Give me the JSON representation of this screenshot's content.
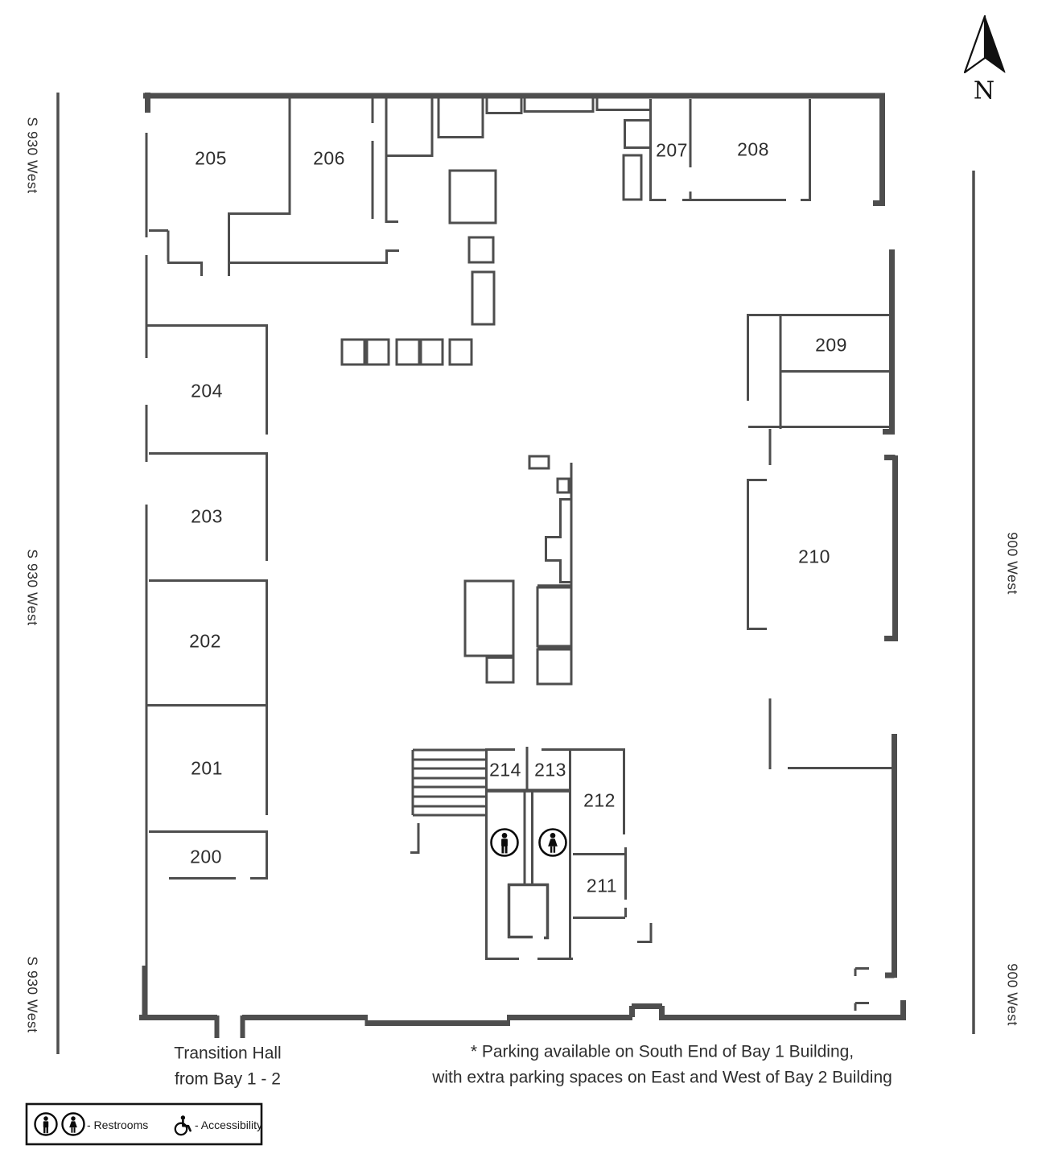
{
  "compass": {
    "label": "N"
  },
  "streets": {
    "left_name": "S 930 West",
    "right_name": "900 West"
  },
  "rooms": [
    {
      "id": "200",
      "label": "200"
    },
    {
      "id": "201",
      "label": "201"
    },
    {
      "id": "202",
      "label": "202"
    },
    {
      "id": "203",
      "label": "203"
    },
    {
      "id": "204",
      "label": "204"
    },
    {
      "id": "205",
      "label": "205"
    },
    {
      "id": "206",
      "label": "206"
    },
    {
      "id": "207",
      "label": "207"
    },
    {
      "id": "208",
      "label": "208"
    },
    {
      "id": "209",
      "label": "209"
    },
    {
      "id": "210",
      "label": "210"
    },
    {
      "id": "211",
      "label": "211"
    },
    {
      "id": "212",
      "label": "212"
    },
    {
      "id": "213",
      "label": "213"
    },
    {
      "id": "214",
      "label": "214"
    }
  ],
  "legend": {
    "restrooms_label": "- Restrooms",
    "accessibility_label": "- Accessibility"
  },
  "notes": {
    "transition_line1": "Transition Hall",
    "transition_line2": "from Bay 1 - 2",
    "parking_line1": "* Parking available on South End of Bay 1 Building,",
    "parking_line2": "with extra parking spaces on East and West of Bay 2 Building"
  },
  "icons": {
    "north_arrow": "north-arrow-icon",
    "mens_restroom": "man-icon",
    "womens_restroom": "woman-icon",
    "accessibility": "wheelchair-icon"
  },
  "colors": {
    "wall": "#4e4e4e",
    "text": "#2e2e2e",
    "icon": "#0b0b0b",
    "background": "#ffffff"
  }
}
